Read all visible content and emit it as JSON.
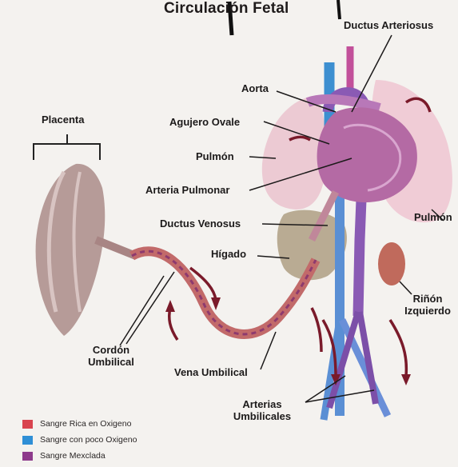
{
  "title": "Circulación Fetal",
  "labels": {
    "ductus_arteriosus": "Ductus Arteriosus",
    "aorta": "Aorta",
    "agujero_ovale": "Agujero Ovale",
    "pulmon_left": "Pulmón",
    "pulmon_right": "Pulmón",
    "arteria_pulmonar": "Arteria Pulmonar",
    "ductus_venosus": "Ductus Venosus",
    "higado": "Hígado",
    "placenta": "Placenta",
    "cordon_umbilical_1": "Cordón",
    "cordon_umbilical_2": "Umbilical",
    "vena_umbilical": "Vena Umbilical",
    "arterias_umbilicales_1": "Arterias",
    "arterias_umbilicales_2": "Umbilicales",
    "rinon_izquierdo_1": "Riñón",
    "rinon_izquierdo_2": "Izquierdo"
  },
  "legend": [
    {
      "label": "Sangre Rica en Oxigeno",
      "color": "#d9444f"
    },
    {
      "label": "Sangre con poco Oxigeno",
      "color": "#2f8fd6"
    },
    {
      "label": "Sangre Mexclada",
      "color": "#8e3a8c"
    }
  ]
}
